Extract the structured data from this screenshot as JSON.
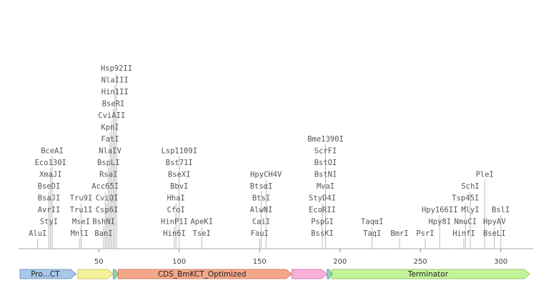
{
  "axis": {
    "min": 1,
    "max": 320,
    "ticks": [
      50,
      100,
      150,
      200,
      250,
      300
    ]
  },
  "enzymes": [
    {
      "name": "AluI",
      "pos": 12
    },
    {
      "name": "StyI",
      "pos": 19
    },
    {
      "name": "AvrII",
      "pos": 19
    },
    {
      "name": "BsaJI",
      "pos": 19
    },
    {
      "name": "BseDI",
      "pos": 19
    },
    {
      "name": "XmaJI",
      "pos": 20
    },
    {
      "name": "Eco130I",
      "pos": 20
    },
    {
      "name": "BceAI",
      "pos": 21
    },
    {
      "name": "MnlI",
      "pos": 38
    },
    {
      "name": "MseI",
      "pos": 39
    },
    {
      "name": "Tru1I",
      "pos": 39
    },
    {
      "name": "Tru9I",
      "pos": 39
    },
    {
      "name": "BanI",
      "pos": 53
    },
    {
      "name": "BshNI",
      "pos": 53
    },
    {
      "name": "Acc65I",
      "pos": 54
    },
    {
      "name": "Csp6I",
      "pos": 55
    },
    {
      "name": "CviQI",
      "pos": 55
    },
    {
      "name": "RsaI",
      "pos": 56
    },
    {
      "name": "BspLI",
      "pos": 56
    },
    {
      "name": "NlaIV",
      "pos": 57
    },
    {
      "name": "FatI",
      "pos": 57
    },
    {
      "name": "KpnI",
      "pos": 57
    },
    {
      "name": "CviAII",
      "pos": 58
    },
    {
      "name": "BseRI",
      "pos": 59
    },
    {
      "name": "Hin1II",
      "pos": 60
    },
    {
      "name": "NlaIII",
      "pos": 60
    },
    {
      "name": "Hsp92II",
      "pos": 61
    },
    {
      "name": "Hin6I",
      "pos": 97
    },
    {
      "name": "HinP1I",
      "pos": 97
    },
    {
      "name": "CfoI",
      "pos": 98
    },
    {
      "name": "HhaI",
      "pos": 98
    },
    {
      "name": "BbvI",
      "pos": 100
    },
    {
      "name": "BseXI",
      "pos": 100
    },
    {
      "name": "Bst71I",
      "pos": 100
    },
    {
      "name": "Lsp1109I",
      "pos": 100
    },
    {
      "name": "TseI",
      "pos": 114
    },
    {
      "name": "ApeKI",
      "pos": 114
    },
    {
      "name": "FauI",
      "pos": 150
    },
    {
      "name": "CaiI",
      "pos": 151
    },
    {
      "name": "AlwNI",
      "pos": 151
    },
    {
      "name": "BtsI",
      "pos": 151
    },
    {
      "name": "BtsαI",
      "pos": 151
    },
    {
      "name": "HpyCH4V",
      "pos": 154
    },
    {
      "name": "BssKI",
      "pos": 189
    },
    {
      "name": "PspGI",
      "pos": 189
    },
    {
      "name": "EcoRII",
      "pos": 189
    },
    {
      "name": "StyD4I",
      "pos": 189
    },
    {
      "name": "MvaI",
      "pos": 191
    },
    {
      "name": "BstNI",
      "pos": 191
    },
    {
      "name": "BstOI",
      "pos": 191
    },
    {
      "name": "ScrFI",
      "pos": 191
    },
    {
      "name": "Bme1390I",
      "pos": 191
    },
    {
      "name": "TaqI",
      "pos": 220
    },
    {
      "name": "TaqαI",
      "pos": 220
    },
    {
      "name": "BmrI",
      "pos": 237
    },
    {
      "name": "PsrI",
      "pos": 253
    },
    {
      "name": "Hpy8I",
      "pos": 262
    },
    {
      "name": "Hpy166II",
      "pos": 262
    },
    {
      "name": "HinfI",
      "pos": 277
    },
    {
      "name": "NmuCI",
      "pos": 278
    },
    {
      "name": "Tsp45I",
      "pos": 278
    },
    {
      "name": "MlyI",
      "pos": 281
    },
    {
      "name": "SchI",
      "pos": 281
    },
    {
      "name": "PleI",
      "pos": 290
    },
    {
      "name": "BseLI",
      "pos": 296
    },
    {
      "name": "HpyAV",
      "pos": 296
    },
    {
      "name": "BslI",
      "pos": 300
    }
  ],
  "features": [
    {
      "label": "Pro...CT",
      "start": 1,
      "end": 36,
      "color": "#a8c8e8",
      "stroke": "#5a8ac0",
      "label_visible": true
    },
    {
      "label": "",
      "start": 37,
      "end": 59,
      "color": "#f6f09a",
      "stroke": "#c2b84a",
      "label_visible": false
    },
    {
      "label": "",
      "start": 59,
      "end": 62,
      "color": "#8fd0b8",
      "stroke": "#4a9a80",
      "label_visible": false
    },
    {
      "label": "CDS_BmKCT_Optimized",
      "start": 62,
      "end": 170,
      "color": "#f4a88a",
      "stroke": "#c86a48",
      "label_visible": true
    },
    {
      "label": "",
      "start": 170,
      "end": 192,
      "color": "#f7b0d8",
      "stroke": "#c870a8",
      "label_visible": false
    },
    {
      "label": "",
      "start": 192,
      "end": 195,
      "color": "#8fd0b8",
      "stroke": "#4a9a80",
      "label_visible": false
    },
    {
      "label": "Terminator",
      "start": 195,
      "end": 318,
      "color": "#c4f49a",
      "stroke": "#78c048",
      "label_visible": true
    }
  ]
}
